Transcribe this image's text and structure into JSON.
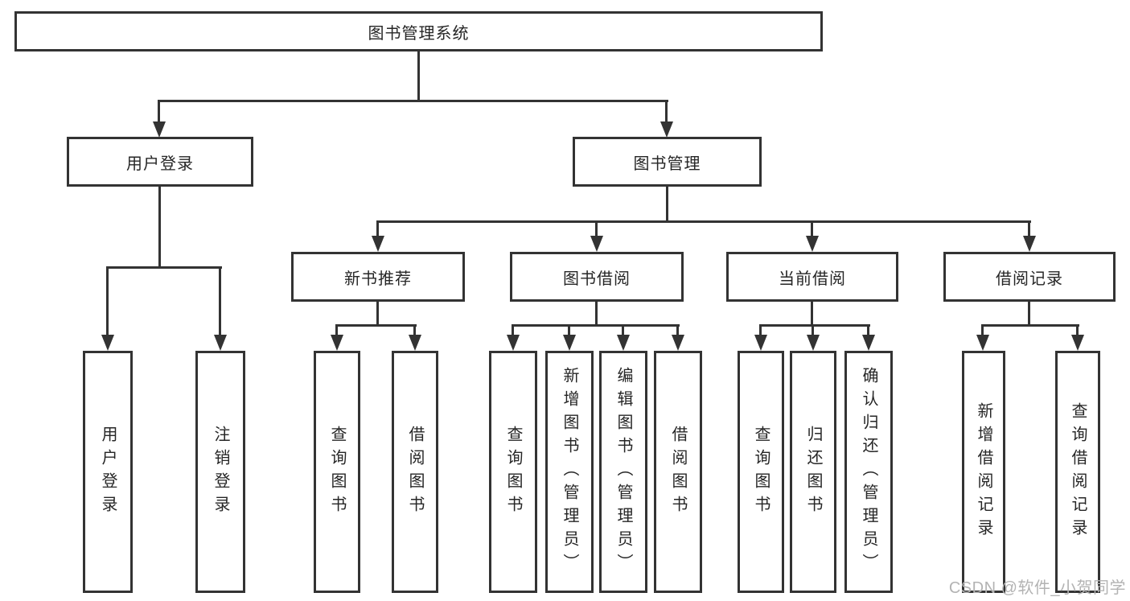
{
  "colors": {
    "line": "#333333",
    "text": "#262626",
    "background": "#ffffff",
    "watermark": "#b3b3b3"
  },
  "watermark": {
    "text": "CSDN @软件_小贺同学"
  },
  "tree": {
    "root": {
      "label": "图书管理系统",
      "children": [
        {
          "label": "用户登录",
          "children": [
            {
              "label": "用户登录"
            },
            {
              "label": "注销登录"
            }
          ]
        },
        {
          "label": "图书管理",
          "children": [
            {
              "label": "新书推荐",
              "children": [
                {
                  "label": "查询图书"
                },
                {
                  "label": "借阅图书"
                }
              ]
            },
            {
              "label": "图书借阅",
              "children": [
                {
                  "label": "查询图书"
                },
                {
                  "label": "新增图书（管理员）"
                },
                {
                  "label": "编辑图书（管理员）"
                },
                {
                  "label": "借阅图书"
                }
              ]
            },
            {
              "label": "当前借阅",
              "children": [
                {
                  "label": "查询图书"
                },
                {
                  "label": "归还图书"
                },
                {
                  "label": "确认归还（管理员）"
                }
              ]
            },
            {
              "label": "借阅记录",
              "children": [
                {
                  "label": "新增借阅记录"
                },
                {
                  "label": "查询借阅记录"
                }
              ]
            }
          ]
        }
      ]
    }
  }
}
